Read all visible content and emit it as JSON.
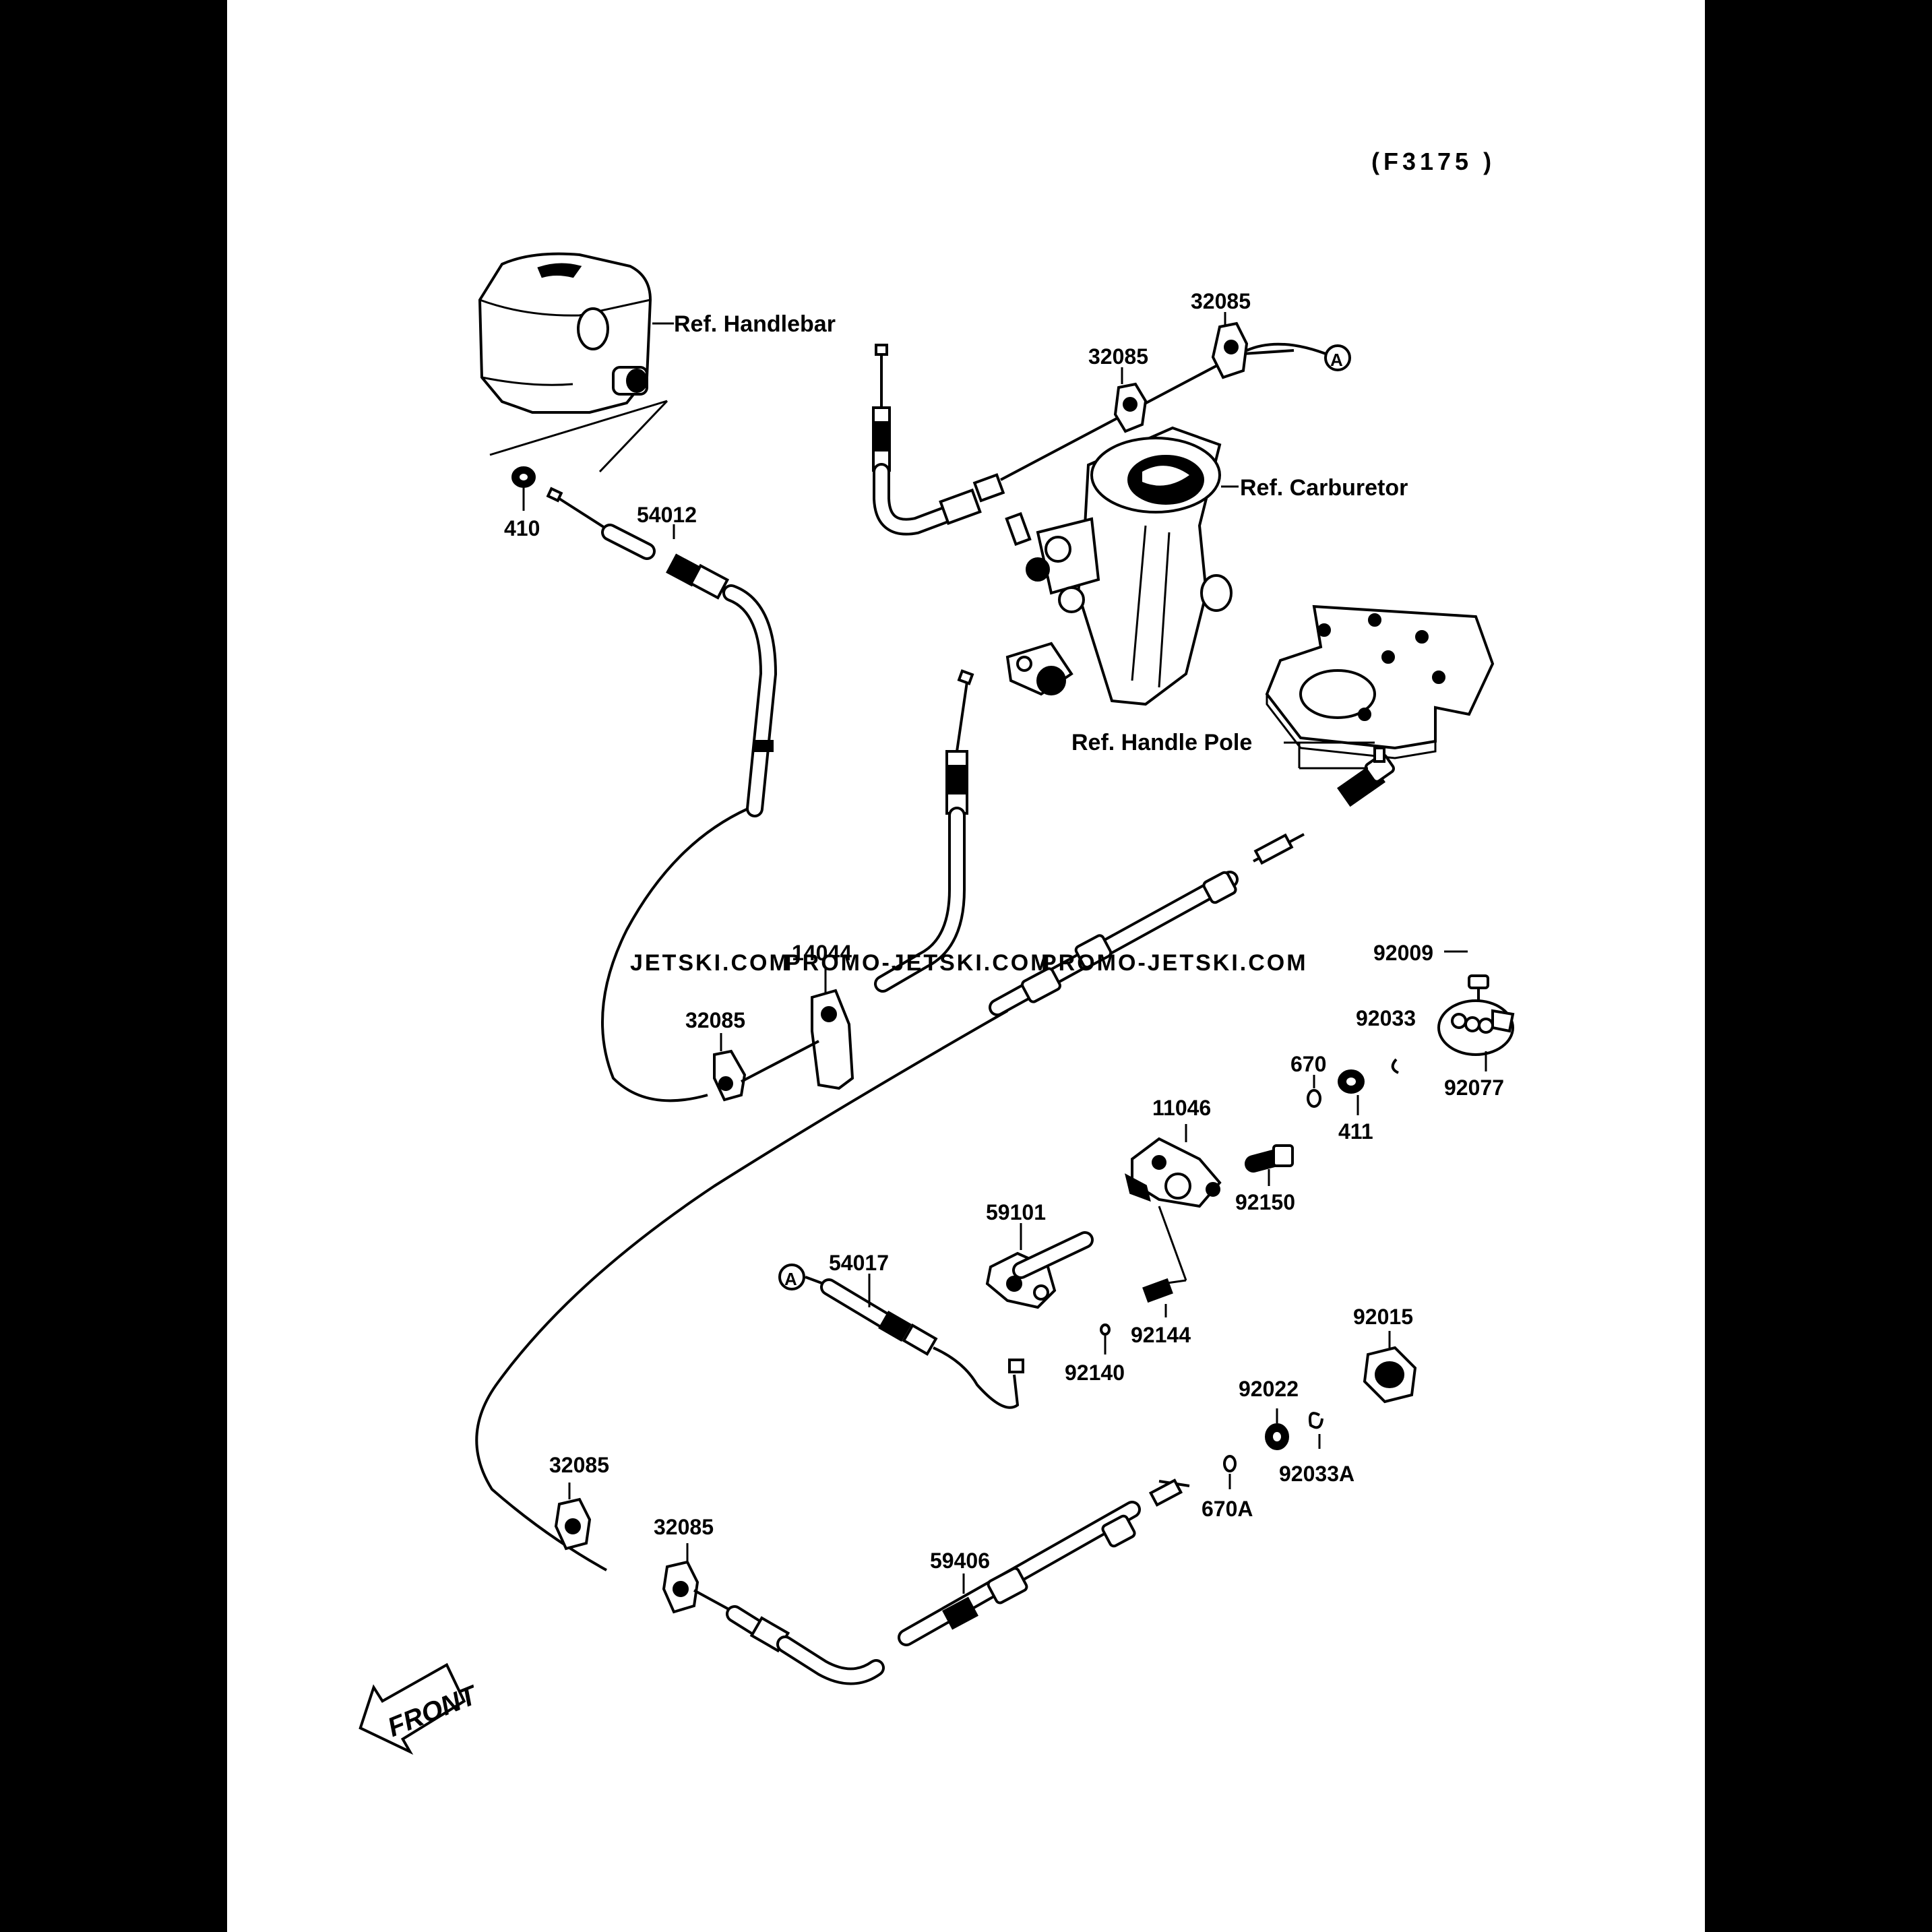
{
  "figure_code": "(F3175 )",
  "refs": {
    "handlebar": "Ref. Handlebar",
    "carburetor": "Ref. Carburetor",
    "handle_pole": "Ref. Handle Pole"
  },
  "callout_marker": "A",
  "front_label": "FRONT",
  "watermark": {
    "w1": "JETSKI.COM",
    "w2": "PROMO-JETSKI.COM",
    "w3": "PROMO-JETSKI.COM"
  },
  "parts": {
    "p410": "410",
    "p54012": "54012",
    "p32085_top_right": "32085",
    "p32085_top_mid": "32085",
    "p14044": "14044",
    "p32085_mid": "32085",
    "p92009": "92009",
    "p92033": "92033",
    "p92077": "92077",
    "p670": "670",
    "p411": "411",
    "p11046": "11046",
    "p92150": "92150",
    "p59101": "59101",
    "p54017": "54017",
    "p92144": "92144",
    "p92140": "92140",
    "p92015": "92015",
    "p92022": "92022",
    "p92033A": "92033A",
    "p670A": "670A",
    "p32085_low_left": "32085",
    "p32085_low_right": "32085",
    "p59406": "59406"
  }
}
